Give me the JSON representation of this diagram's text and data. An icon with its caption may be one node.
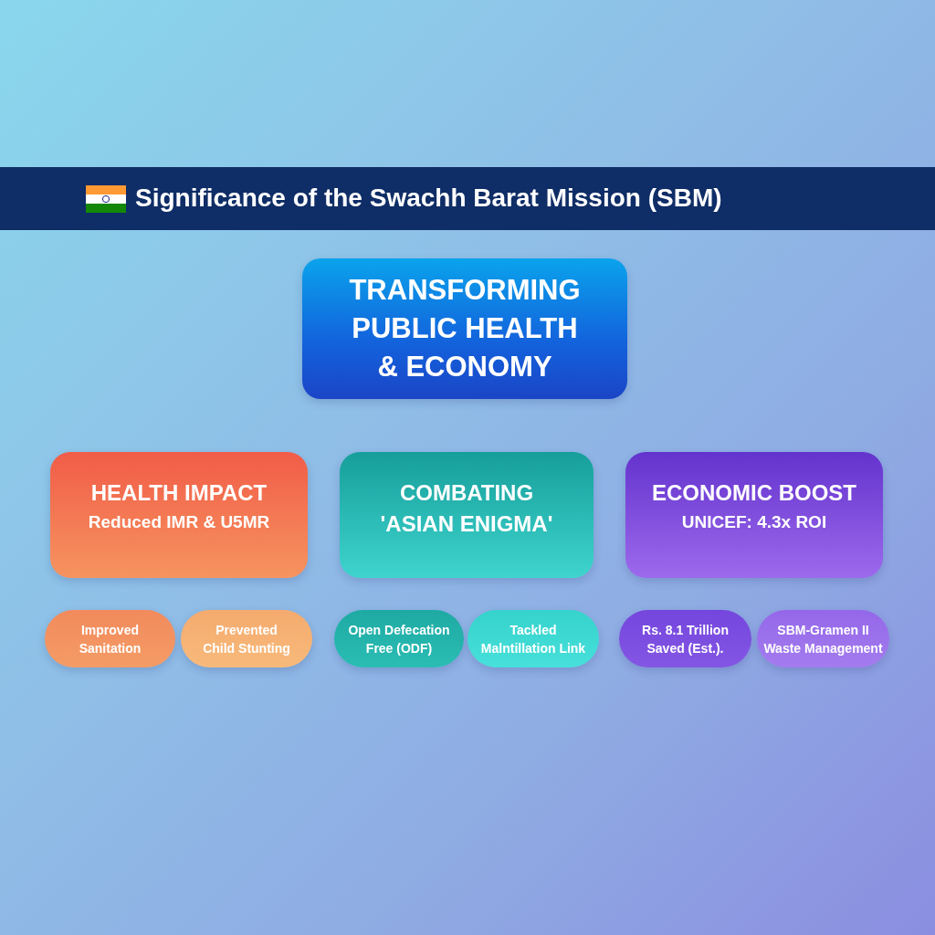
{
  "diagram": {
    "title": "Significance of the Swachh Barat Mission (SBM)",
    "nodes": [
      {
        "text": [
          "TRANSFORMING PUBLIC HEALTH & ECONOMY"
        ]
      },
      {
        "text": [
          "HEALTH IMPACT",
          "Reduced IMR & U5MR"
        ]
      },
      {
        "text": [
          "COMBATING 'ASIAN ENIGMA'"
        ]
      },
      {
        "text": [
          "ECONOMIC BOOST",
          "UNICEF: 4.3x ROI"
        ]
      },
      {
        "text": [
          "Improved Sanitation"
        ]
      },
      {
        "text": [
          "Prevented Child Stunting"
        ]
      },
      {
        "text": [
          "Open Defecation Free (ODF)"
        ]
      },
      {
        "text": [
          "Tackled Malntillation Link"
        ]
      },
      {
        "text": [
          "Rs. 8.1 Trillion Saved (Est.)."
        ]
      },
      {
        "text": [
          "SBM-Gramen II Waste Management"
        ]
      }
    ]
  }
}
